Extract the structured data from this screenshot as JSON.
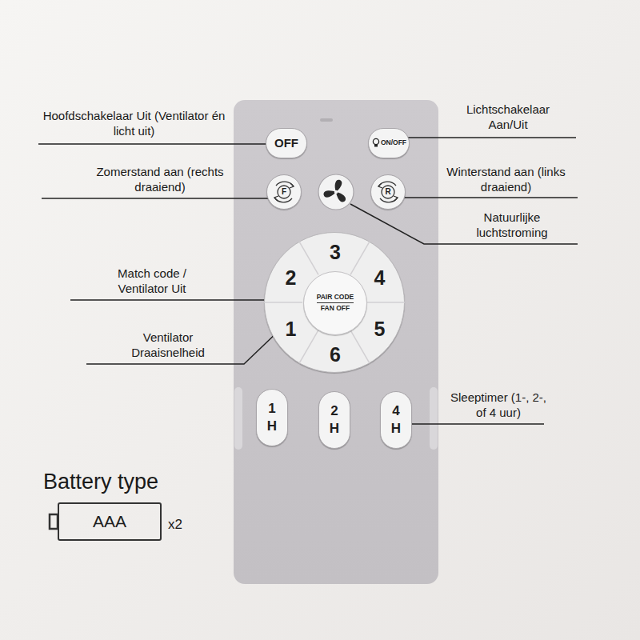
{
  "diagram": {
    "nodes": [
      {
        "text": [
          "OFF"
        ]
      },
      {
        "text": [
          "ON/OFF"
        ]
      },
      {
        "text": [
          "F"
        ]
      },
      {
        "text": [
          "R"
        ]
      },
      {
        "text": [
          "3",
          "2",
          "4",
          "1",
          "5",
          "6"
        ]
      },
      {
        "text": [
          "PAIR CODE",
          "FAN OFF"
        ],
        "in": 4
      },
      {
        "text": [
          "1 H"
        ]
      },
      {
        "text": [
          "2 H"
        ]
      },
      {
        "text": [
          "4 H"
        ]
      },
      {
        "text": [
          "AAA"
        ]
      }
    ],
    "labels": [
      "Hoofdschakelaar Uit (Ventilator én licht uit)",
      "Lichtschakelaar Aan/Uit",
      "Zomerstand aan (rechts draaiend)",
      "Winterstand aan (links draaiend)",
      "Natuurlijke luchtstroming",
      "Match code / Ventilator Uit",
      "Ventilator Draaisnelheid",
      "Sleeptimer (1-, 2-, of 4 uur)",
      "Battery type",
      "x2"
    ]
  }
}
